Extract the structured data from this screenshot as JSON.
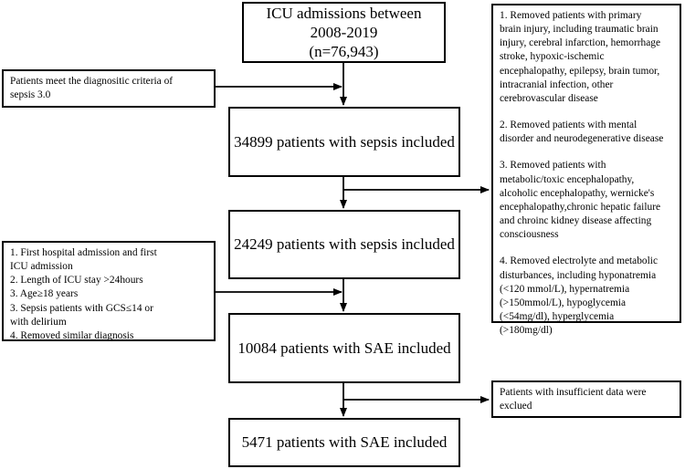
{
  "main_boxes": {
    "admissions": [
      "ICU admissions between",
      "2008-2019",
      "(n=76,943)"
    ],
    "sepsis_included": "34899 patients with sepsis included",
    "sepsis_included_2": "24249  patients with sepsis included",
    "sae_included": "10084  patients with SAE included",
    "sae_final": "5471  patients with SAE included"
  },
  "left_boxes": {
    "criteria": [
      "Patients meet the diagnositic criteria of",
      "sepsis 3.0"
    ],
    "inclusion": [
      "1. First hospital admission and first",
      "ICU admission",
      "2. Length of ICU stay >24hours",
      "3. Age≥18 years",
      "3. Sepsis patients with GCS≤14 or",
      "with delirium",
      "4. Removed similar diagnosis"
    ]
  },
  "right_boxes": {
    "exclusions": {
      "item1": [
        "1. Removed patients with  primary",
        "brain injury, including traumatic brain",
        "injury, cerebral infarction, hemorrhage",
        "stroke, hypoxic-ischemic",
        "encephalopathy, epilepsy, brain tumor,",
        "intracranial infection, other",
        "cerebrovascular disease"
      ],
      "item2": [
        "2. Removed patients with mental",
        "disorder and neurodegenerative disease"
      ],
      "item3": [
        "3. Removed patients with",
        "metabolic/toxic encephalopathy,",
        "alcoholic encephalopathy, wernicke's",
        "encephalopathy,chronic hepatic failure",
        "and chroinc kidney disease affecting",
        "consciousness"
      ],
      "item4": [
        "4. Removed electrolyte and metabolic",
        "disturbances, including hyponatremia",
        "(<120 mmol/L), hypernatremia",
        "(>150mmol/L), hypoglycemia",
        "(<54mg/dl), hyperglycemia",
        "(>180mg/dl)"
      ]
    },
    "insufficient": [
      "Patients with insufficient data were",
      "exclued"
    ]
  }
}
